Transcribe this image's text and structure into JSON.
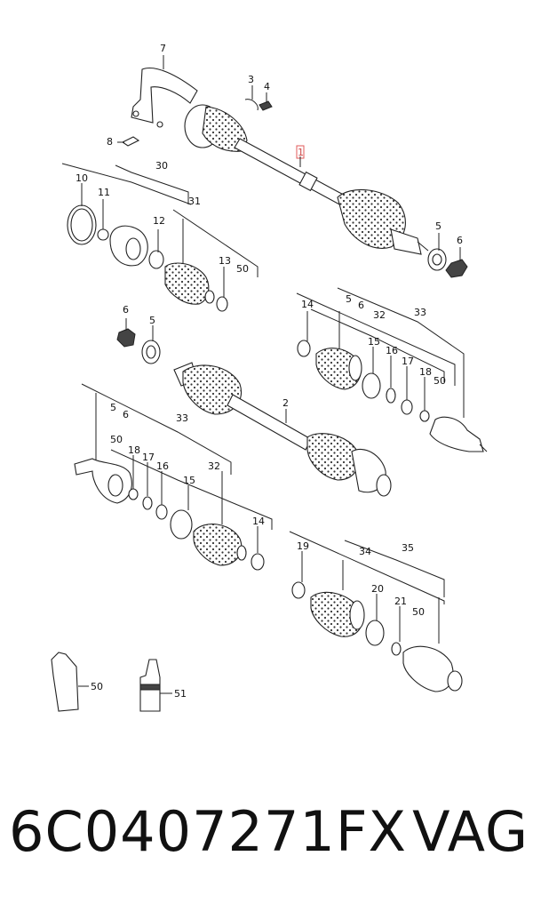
{
  "callouts": {
    "c1": "1",
    "c2": "2",
    "c3": "3",
    "c4": "4",
    "c5a": "5",
    "c6a": "6",
    "c5b": "5",
    "c6b": "6",
    "c7": "7",
    "c8": "8",
    "c10": "10",
    "c11": "11",
    "c12": "12",
    "c13": "13",
    "c30": "30",
    "c31": "31",
    "c50a": "50",
    "c14a": "14",
    "c5c": "5",
    "c6c": "6",
    "c32a": "32",
    "c33a": "33",
    "c15a": "15",
    "c16a": "16",
    "c17a": "17",
    "c18a": "18",
    "c50b": "50",
    "c5d": "5",
    "c6d": "6",
    "c33b": "33",
    "c50c": "50",
    "c18b": "18",
    "c17b": "17",
    "c16b": "16",
    "c15b": "15",
    "c32b": "32",
    "c14b": "14",
    "c19": "19",
    "c34": "34",
    "c35": "35",
    "c20": "20",
    "c21": "21",
    "c50d": "50",
    "c50e": "50",
    "c51": "51"
  },
  "caption": {
    "part_number": "6C0407271FX",
    "brand": "VAG"
  }
}
